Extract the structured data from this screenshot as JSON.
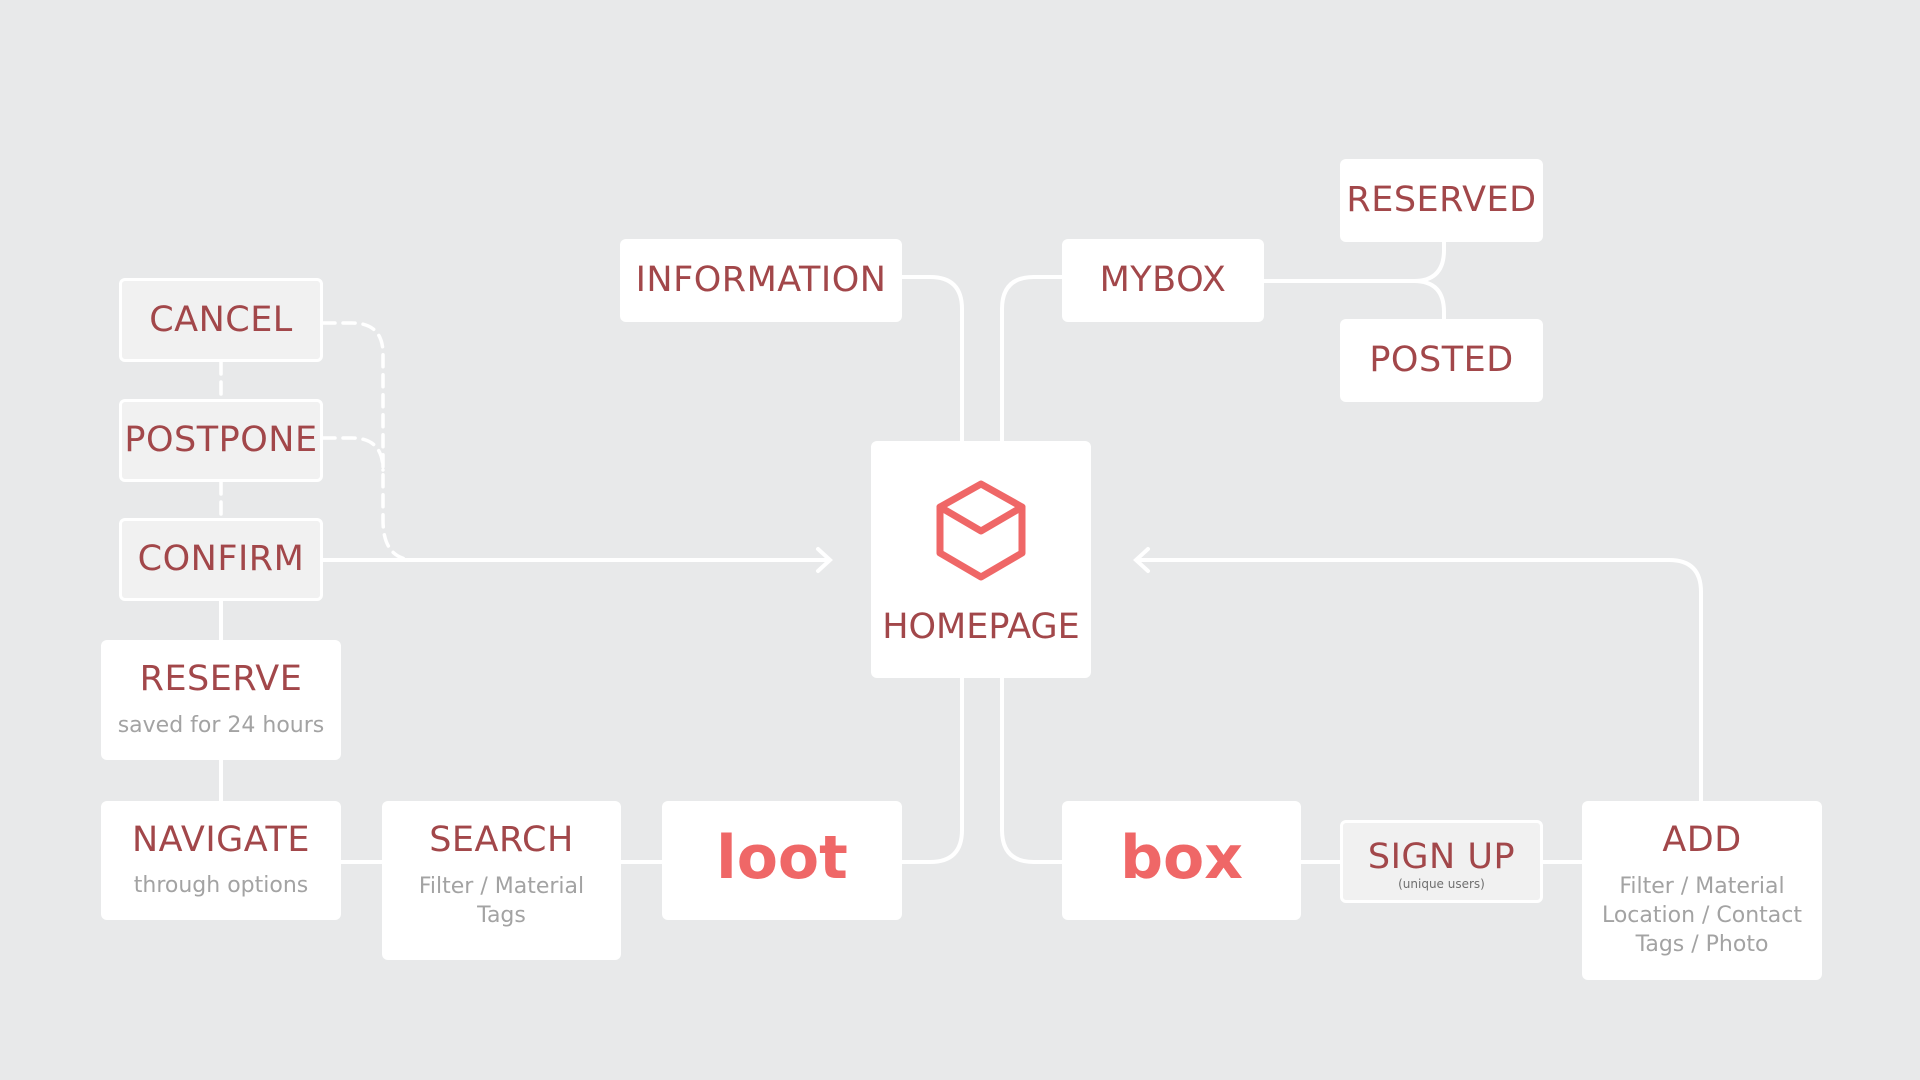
{
  "nodes": {
    "information": {
      "title": "INFORMATION"
    },
    "mybox": {
      "title": "MYBOX"
    },
    "reserved": {
      "title": "RESERVED"
    },
    "posted": {
      "title": "POSTED"
    },
    "cancel": {
      "title": "CANCEL"
    },
    "postpone": {
      "title": "POSTPONE"
    },
    "confirm": {
      "title": "CONFIRM"
    },
    "homepage": {
      "title": "HOMEPAGE",
      "icon": "box-icon"
    },
    "reserve": {
      "title": "RESERVE",
      "sub": "saved for 24 hours"
    },
    "navigate": {
      "title": "NAVIGATE",
      "sub": "through options"
    },
    "search": {
      "title": "SEARCH",
      "sub1": "Filter / Material",
      "sub2": "Tags"
    },
    "loot": {
      "title": "loot"
    },
    "box": {
      "title": "box"
    },
    "signup": {
      "title": "SIGN UP",
      "sub": "(unique users)"
    },
    "add": {
      "title": "ADD",
      "sub1": "Filter / Material",
      "sub2": "Location / Contact",
      "sub3": "Tags / Photo"
    }
  },
  "colors": {
    "background": "#e8e9ea",
    "node": "#ffffff",
    "title_text": "#a2474a",
    "brand": "#ef6767",
    "subtext": "#a3a3a3",
    "connector": "#ffffff"
  }
}
